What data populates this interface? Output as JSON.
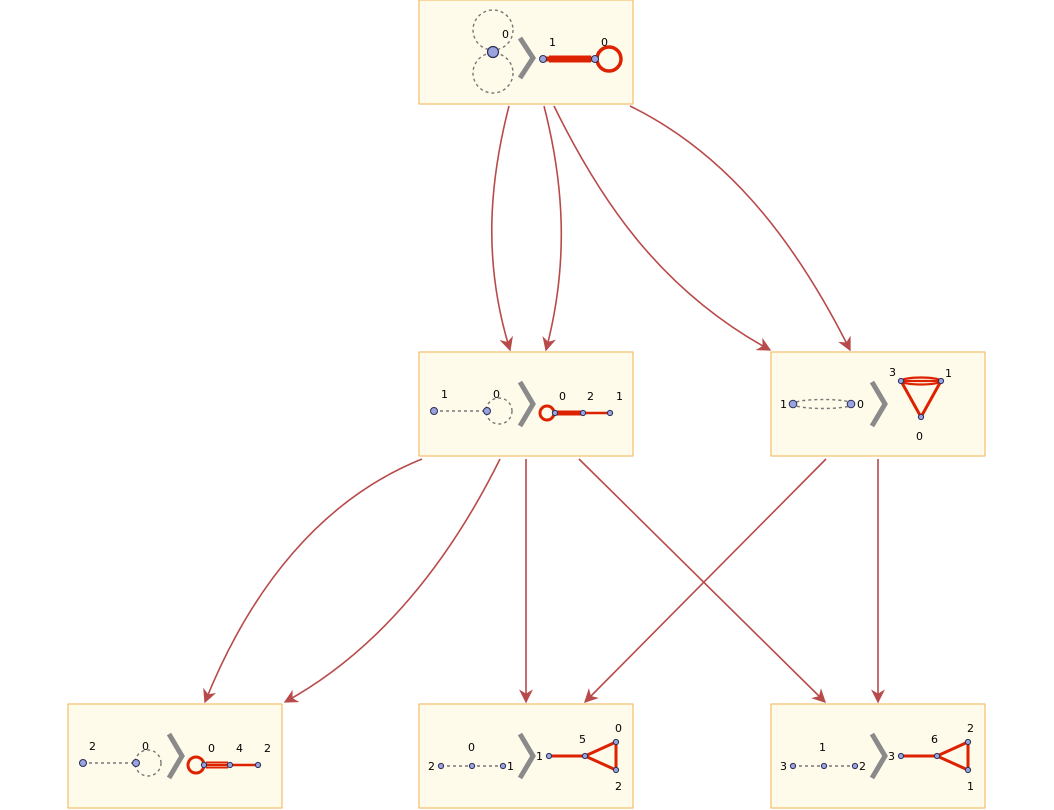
{
  "colors": {
    "box_fill": "#fffbea",
    "box_stroke": "#f2b24d",
    "arrow": "#b84a4a",
    "red_edge": "#dd2200",
    "node_fill": "#9aa3de",
    "node_stroke": "#2b2f57",
    "dashed": "#777777",
    "chevron": "#8a8a8a"
  },
  "nodes": [
    {
      "id": "top",
      "labels": [
        "0",
        "1",
        "0"
      ]
    },
    {
      "id": "mid-l",
      "labels": [
        "1",
        "0",
        "0",
        "2",
        "1"
      ]
    },
    {
      "id": "mid-r",
      "labels": [
        "1",
        "0",
        "3",
        "1",
        "0"
      ]
    },
    {
      "id": "bot-l",
      "labels": [
        "2",
        "0",
        "0",
        "4",
        "2"
      ]
    },
    {
      "id": "bot-m",
      "labels": [
        "0",
        "2",
        "1",
        "1",
        "5",
        "0",
        "2"
      ]
    },
    {
      "id": "bot-r",
      "labels": [
        "1",
        "3",
        "2",
        "3",
        "6",
        "2",
        "1"
      ]
    }
  ],
  "edges": [
    {
      "from": "top",
      "to": "mid-l"
    },
    {
      "from": "top",
      "to": "mid-l"
    },
    {
      "from": "top",
      "to": "mid-r"
    },
    {
      "from": "top",
      "to": "mid-r"
    },
    {
      "from": "mid-l",
      "to": "bot-l"
    },
    {
      "from": "mid-l",
      "to": "bot-l"
    },
    {
      "from": "mid-l",
      "to": "bot-m"
    },
    {
      "from": "mid-l",
      "to": "bot-r"
    },
    {
      "from": "mid-r",
      "to": "bot-m"
    },
    {
      "from": "mid-r",
      "to": "bot-r"
    }
  ]
}
